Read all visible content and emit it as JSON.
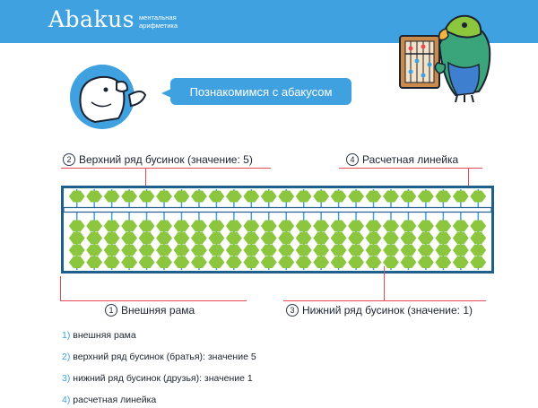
{
  "header": {
    "brand": "Abakus",
    "tagline_line1": "ментальная",
    "tagline_line2": "арифметика",
    "bar_color": "#3fa1df"
  },
  "intro": {
    "speech": "Познакомимся с абакусом"
  },
  "callouts": {
    "upper_row": {
      "num": "2",
      "text": "Верхний ряд бусинок (значение: 5)"
    },
    "beam": {
      "num": "4",
      "text": "Расчетная линейка"
    },
    "frame": {
      "num": "1",
      "text": "Внешняя рама"
    },
    "lower_row": {
      "num": "3",
      "text": "Нижний ряд бусинок (значение: 1)"
    }
  },
  "abacus": {
    "rods": 24,
    "upper_beads_per_rod": 1,
    "lower_beads_per_rod": 4,
    "bead_color": "#8cc63f",
    "frame_color": "#1f5f8b",
    "rod_color": "#3fa1df"
  },
  "legend": [
    {
      "num": "1)",
      "text": "внешняя рама"
    },
    {
      "num": "2)",
      "text": "верхний ряд бусинок (братья): значение 5"
    },
    {
      "num": "3)",
      "text": "нижний ряд бусинок (друзья): значение 1"
    },
    {
      "num": "4)",
      "text": "расчетная линейка"
    }
  ]
}
